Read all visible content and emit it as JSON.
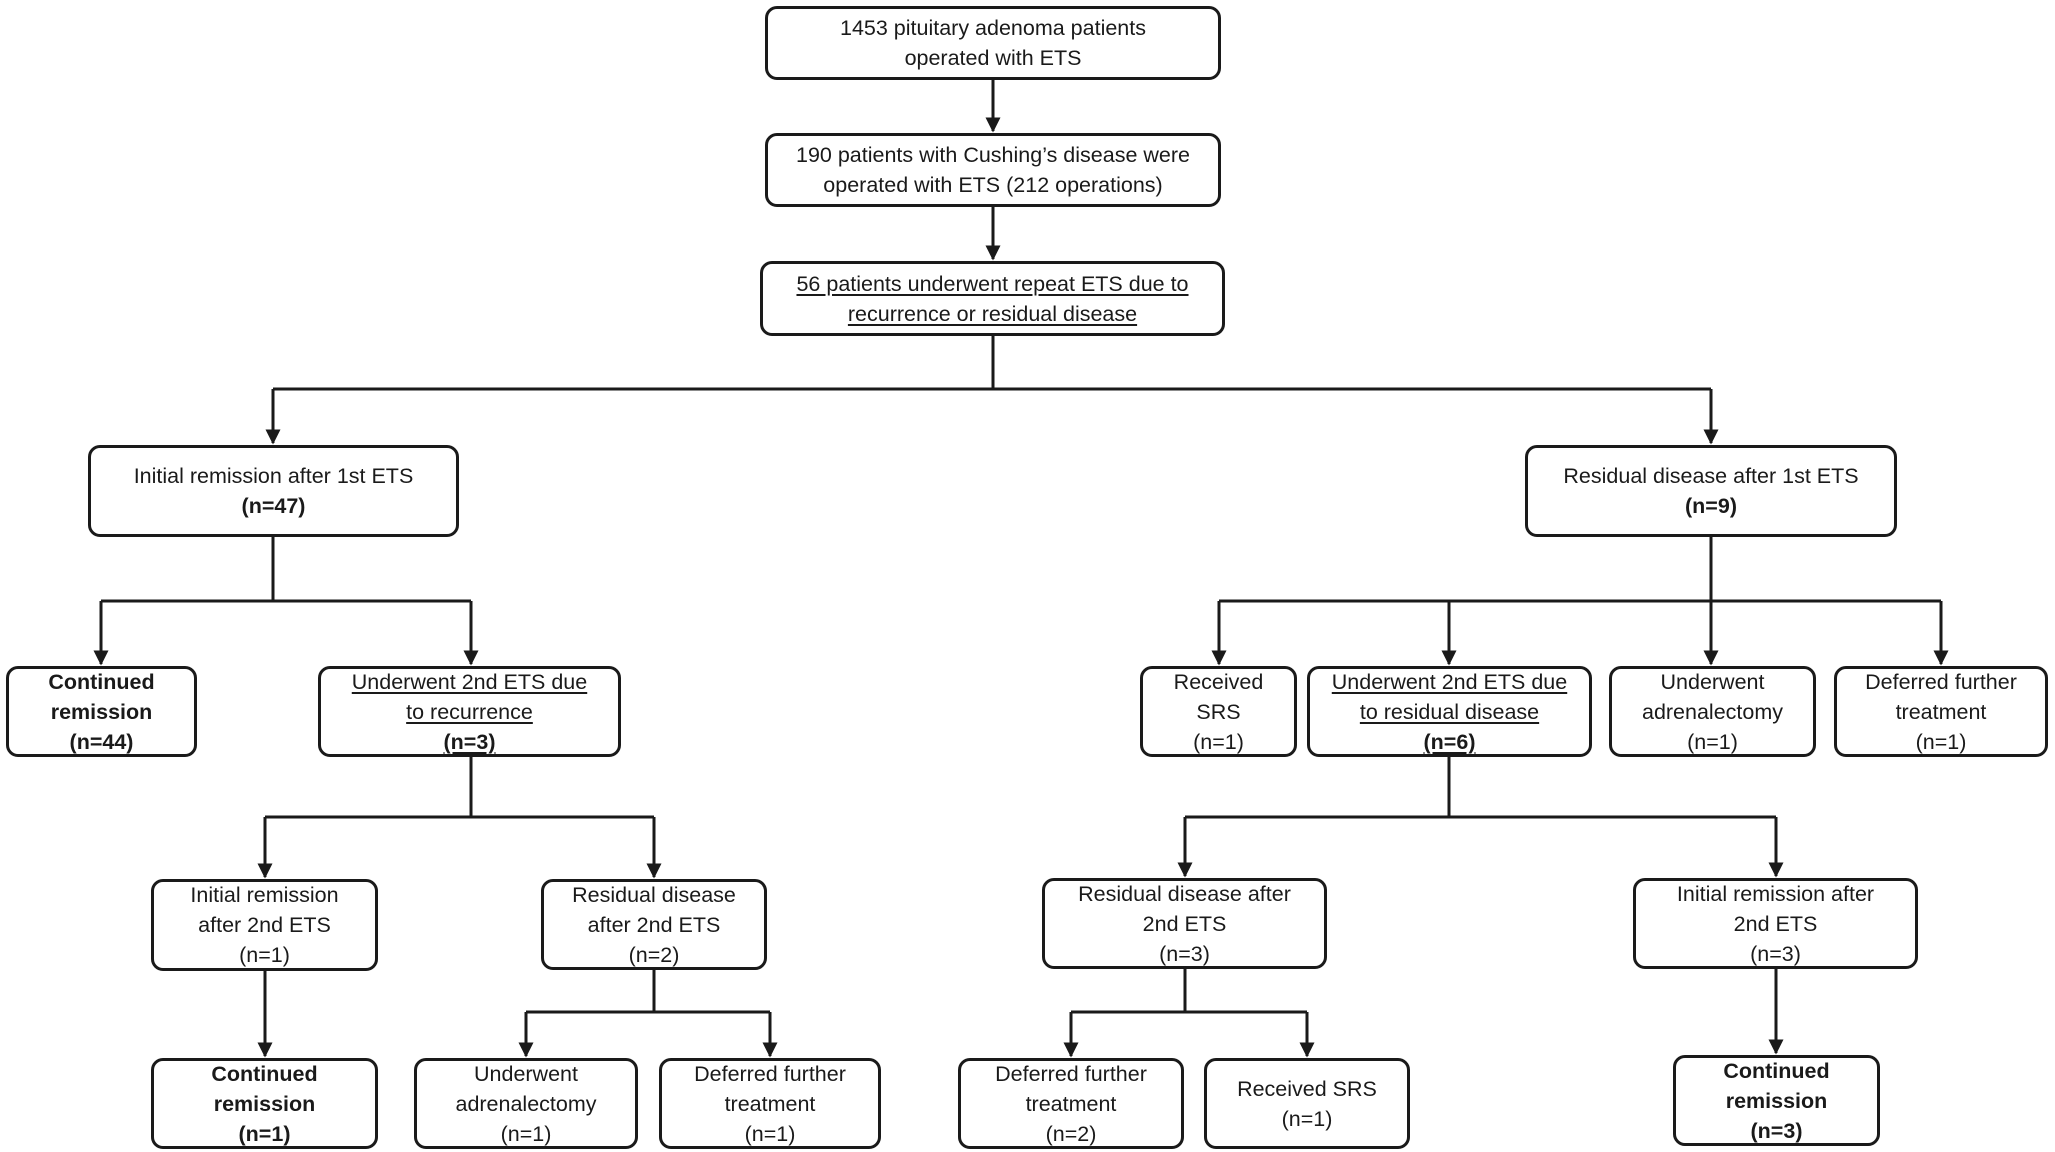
{
  "diagram": {
    "top": {
      "n1": {
        "lines": [
          "1453 pituitary adenoma patients",
          "operated with ETS"
        ]
      },
      "n2": {
        "lines": [
          "190 patients with Cushing’s disease were",
          "operated with ETS (212 operations)"
        ]
      },
      "n3": {
        "lines": [
          "56 patients underwent repeat ETS due to",
          "recurrence or residual disease"
        ]
      }
    },
    "left_branch": {
      "initial_remission": {
        "label": "Initial remission after 1st ETS",
        "count": "(n=47)"
      },
      "continued_remission": {
        "lines": [
          "Continued",
          "remission"
        ],
        "count": "(n=44)"
      },
      "second_ets_recurrence": {
        "lines": [
          "Underwent 2nd ETS due",
          "to recurrence"
        ],
        "count": "(n=3)"
      },
      "remission_after_2nd": {
        "lines": [
          "Initial remission",
          "after 2nd ETS"
        ],
        "count": "(n=1)"
      },
      "residual_after_2nd": {
        "lines": [
          "Residual disease",
          "after 2nd ETS"
        ],
        "count": "(n=2)"
      },
      "continued_remission_final": {
        "lines": [
          "Continued",
          "remission"
        ],
        "count": "(n=1)"
      },
      "adrenalectomy": {
        "lines": [
          "Underwent",
          "adrenalectomy"
        ],
        "count": "(n=1)"
      },
      "deferred": {
        "lines": [
          "Deferred further",
          "treatment"
        ],
        "count": "(n=1)"
      }
    },
    "right_branch": {
      "residual_disease": {
        "label": "Residual disease after 1st ETS",
        "count": "(n=9)"
      },
      "received_srs": {
        "lines": [
          "Received",
          "SRS"
        ],
        "count": "(n=1)"
      },
      "second_ets_residual": {
        "lines": [
          "Underwent 2nd ETS due",
          "to residual disease"
        ],
        "count": "(n=6)"
      },
      "adrenalectomy": {
        "lines": [
          "Underwent",
          "adrenalectomy"
        ],
        "count": "(n=1)"
      },
      "deferred": {
        "lines": [
          "Deferred further",
          "treatment"
        ],
        "count": "(n=1)"
      },
      "residual_after_2nd": {
        "lines": [
          "Residual disease after",
          "2nd ETS"
        ],
        "count": "(n=3)"
      },
      "remission_after_2nd": {
        "lines": [
          "Initial remission after",
          "2nd ETS"
        ],
        "count": "(n=3)"
      },
      "deferred_final": {
        "lines": [
          "Deferred further",
          "treatment"
        ],
        "count": "(n=2)"
      },
      "received_srs_final": {
        "label": "Received SRS",
        "count": "(n=1)"
      },
      "continued_remission_final": {
        "lines": [
          "Continued",
          "remission"
        ],
        "count": "(n=3)"
      }
    }
  },
  "colors": {
    "stroke": "#1a1a1a",
    "text": "#1a1a1a",
    "background": "#ffffff"
  }
}
